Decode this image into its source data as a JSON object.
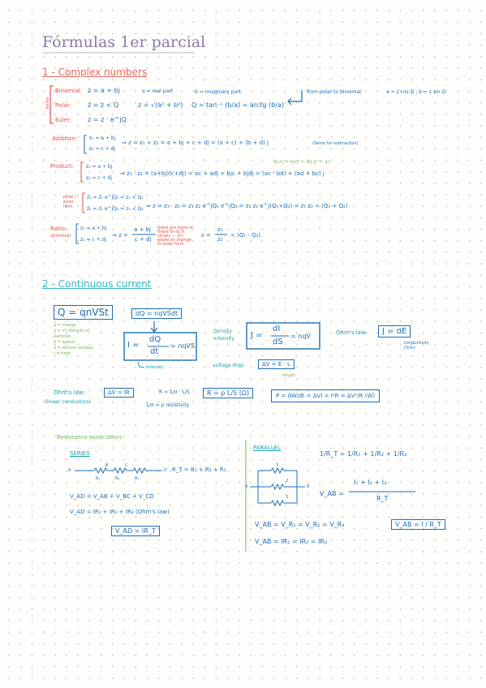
{
  "title": "Fórmulas 1er parcial",
  "section1": {
    "heading": "1 - Complex numbers",
    "forms_label": "forms",
    "binomial_label": "Binomial:",
    "binomial_eq": "z = a + bj",
    "binomial_note_a": "a = real part",
    "binomial_note_b": "b = imaginary part",
    "polar_label": "Polar:",
    "polar_eq": "z = z < Q",
    "polar_mod": "z = √(a² + b²)",
    "polar_angle": "Q = tan⁻¹ (b/a) = arctg (b/a)",
    "euler_label": "Euler:",
    "euler_eq": "z = z · e^jQ",
    "polar_to_binomial": "from polar to binomial:",
    "polar_to_binomial_eq": "a = z cos Q ; b = z sin Q",
    "addition_label": "Addition:",
    "addition_z1": "z₁ = a + bj",
    "addition_z2": "z₂ = c + dj",
    "addition_eq": "⇒ z = z₁ + z₂ = a + bj + c + dj = (a + c) + (b + d) j",
    "addition_note": "(Same for subtraction)",
    "product_label": "Product:",
    "product_z1": "z₁ = a + bj",
    "product_z2": "z₂ = c + dj",
    "product_eq": "⇒ z₁ · z₂ = (a+bj)(c+dj) = ac + adj + bjc + bjdj = (ac - bd) + (ad + bc) j",
    "product_note": "bj·d·j = bd·j² = -bd  (j² = -1)",
    "product_polar_label": "polar / euler form",
    "product_polar_z1": "z₁ = z₁ e^jQ₁ = z₁ < Q₁",
    "product_polar_z2": "z₂ = z₂ e^jQ₂ = z₂ < Q₂",
    "product_polar_eq": "⇒ z = z₁ · z₂ = z₁ z₂ e^jQ₁ e^jQ₂ = z₁ z₂ e^j(Q₁+Q₂) = z₁ z₂ < (Q₁ + Q₂)",
    "ratio_label": "Ratio:",
    "ratio_binomial": "(binomial)",
    "ratio_z1": "z₁ = a + bj",
    "ratio_z2": "z₂ = c + dj",
    "ratio_eq_lhs": "⇒ z =",
    "ratio_num": "a + bj",
    "ratio_den": "c + dj",
    "ratio_note": "there are more of these to do it simply — it's easier to change to polar form",
    "ratio_polar_lhs": "z =",
    "ratio_polar_num": "z₁",
    "ratio_polar_den": "z₂",
    "ratio_polar_rhs": "< (Q₁ - Q₂)"
  },
  "section2": {
    "heading": "2 - Continuous current",
    "q_eq": "Q = qnVSt",
    "q_notes": [
      "q = charge",
      "n = nº /density of particles",
      "V = speed",
      "S = section surface",
      "t = time"
    ],
    "dq_eq": "dQ = nqVSdt",
    "intensity_lhs": "I =",
    "intensity_num": "dQ",
    "intensity_den": "dt",
    "intensity_rhs": "= nqVS",
    "intensity_note": "Intensity",
    "density_label": "Density intensity",
    "density_lhs": "J =",
    "density_num": "dI",
    "density_den": "dS",
    "density_rhs": "= nqV",
    "ohm_label": "Ohm's law:",
    "ohm_eq": "J = σE",
    "ohm_conductivity": "conductivity (S/m)",
    "voltage_drop_label": "voltage drop:",
    "voltage_drop_eq": "ΔV = E · L",
    "length_label": "length",
    "ohm2_label": "Ohm's law:",
    "ohm2_sub": "(linear conductors)",
    "ohm2_eq": "ΔV = IR",
    "resist_eq": "R = 1/σ · L/S",
    "resistivity_eq": "1/σ = ρ resistivity",
    "r_box": "R = ρ L/S (Ω)",
    "power_lhs": "P =",
    "power_eq": "dW/dt = ΔVI = I²R = ΔV²/R (W)",
    "assoc_label": "Resistance association:",
    "series_label": "SERIES",
    "series_nodes": [
      "A",
      "B",
      "C",
      "D"
    ],
    "series_resistors": [
      "R₁",
      "R₂",
      "R₃"
    ],
    "series_rt": "R_T = R₁ + R₂ + R₃",
    "series_vad1": "V_AD = V_AB + V_BC + V_CD",
    "series_vad2": "V_AD = IR₁ + IR₂ + IR₃  (Ohm's law)",
    "series_vad_box": "V_AD = IR_T",
    "parallel_label": "PARALLEL",
    "parallel_nodes": [
      "A",
      "B"
    ],
    "parallel_resistors": [
      "1",
      "2",
      "3"
    ],
    "parallel_rt": "1/R_T = 1/R₁ + 1/R₂ + 1/R₃",
    "parallel_vab_lhs": "V_AB =",
    "parallel_vab_num": "I₁ + I₂ + I₃",
    "parallel_vab_den": "R_T",
    "parallel_v1": "V_AB = V_R₁ = V_R₂ = V_R₃",
    "parallel_v2": "V_AB = IR₁ = IR₂ = IR₃",
    "parallel_vab_box": "V_AB = I / R_T"
  }
}
